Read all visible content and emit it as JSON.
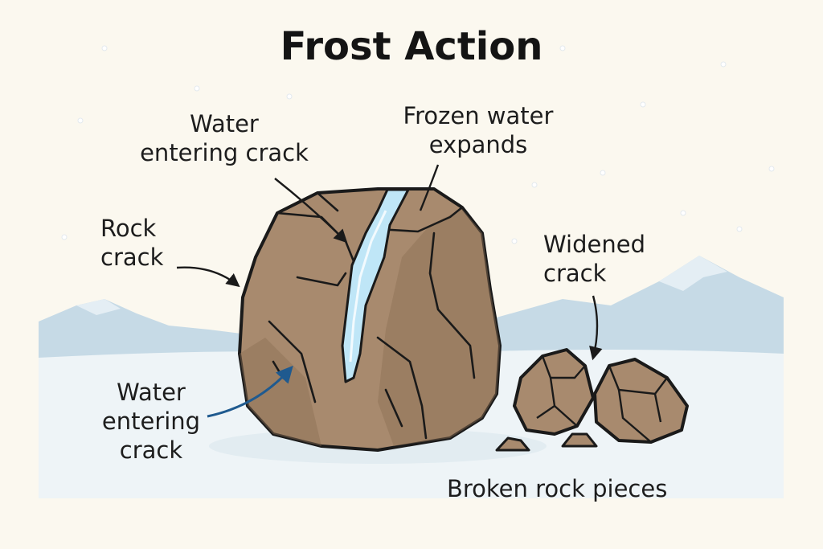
{
  "title": "Frost Action",
  "labels": {
    "water_top_line1": "Water",
    "water_top_line2": "entering crack",
    "frozen_line1": "Frozen water",
    "frozen_line2": "expands",
    "rock_crack_line1": "Rock",
    "rock_crack_line2": "crack",
    "widened_line1": "Widened",
    "widened_line2": "crack",
    "water_bottom_line1": "Water",
    "water_bottom_line2": "entering",
    "water_bottom_line3": "crack",
    "broken_pieces": "Broken rock pieces"
  },
  "colors": {
    "background": "#fbf8ef",
    "rock": "#a88a6e",
    "rock_shadow": "#8c6f55",
    "ice": "#bfe6f7",
    "snow": "#eef4f7",
    "mountains": "#c6dae6",
    "arrow_blue": "#1f5a8f"
  }
}
